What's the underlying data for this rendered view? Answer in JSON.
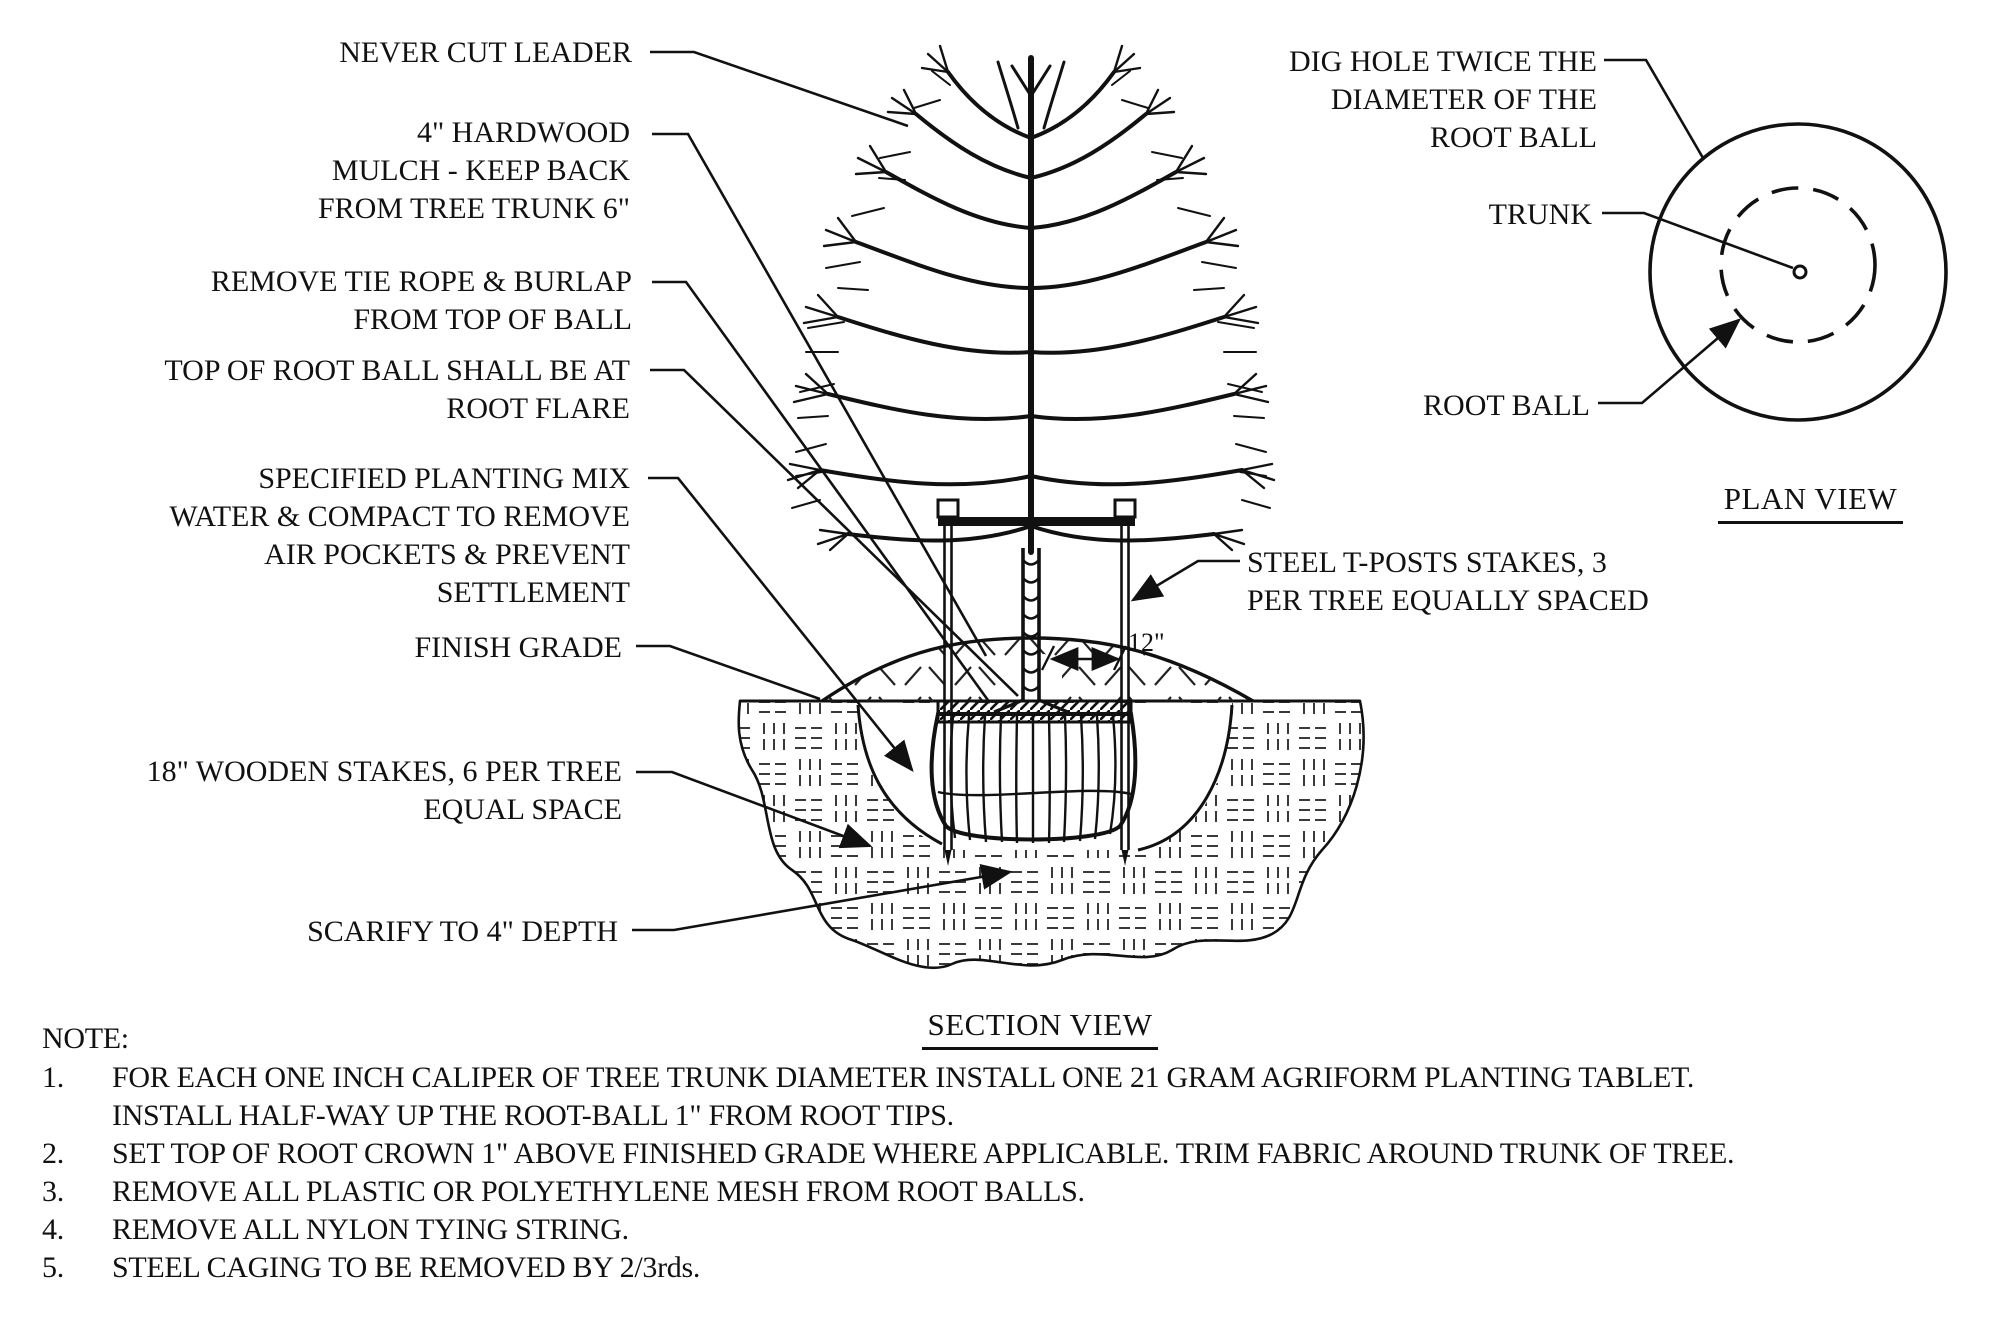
{
  "page": {
    "background": "#ffffff",
    "ink": "#111111"
  },
  "section_view": {
    "title": "SECTION VIEW",
    "labels": {
      "never_cut_leader": "NEVER CUT LEADER",
      "hardwood_mulch": "4\" HARDWOOD\nMULCH - KEEP BACK\nFROM TREE TRUNK 6\"",
      "remove_tie_rope": "REMOVE TIE ROPE & BURLAP\nFROM TOP OF BALL",
      "top_of_root_ball": "TOP OF ROOT BALL SHALL BE AT\nROOT FLARE",
      "planting_mix": "SPECIFIED PLANTING MIX\nWATER & COMPACT TO REMOVE\nAIR POCKETS & PREVENT\nSETTLEMENT",
      "finish_grade": "FINISH GRADE",
      "wooden_stakes": "18\" WOODEN STAKES, 6 PER TREE\nEQUAL SPACE",
      "scarify": "SCARIFY TO 4\" DEPTH",
      "steel_t_posts": "STEEL T-POSTS STAKES, 3\nPER TREE EQUALLY SPACED",
      "stake_offset_dim": "12\""
    }
  },
  "plan_view": {
    "title": "PLAN VIEW",
    "labels": {
      "dig_hole": "DIG HOLE TWICE THE\nDIAMETER OF THE\nROOT BALL",
      "trunk": "TRUNK",
      "root_ball": "ROOT BALL"
    }
  },
  "notes": {
    "heading": "NOTE:",
    "items": [
      {
        "num": "1.",
        "text": "FOR EACH ONE INCH CALIPER OF TREE TRUNK DIAMETER INSTALL ONE 21 GRAM AGRIFORM PLANTING TABLET."
      },
      {
        "num": "",
        "text": "INSTALL HALF-WAY UP THE ROOT-BALL 1\" FROM ROOT TIPS."
      },
      {
        "num": "2.",
        "text": "SET TOP OF ROOT CROWN 1\" ABOVE FINISHED GRADE WHERE APPLICABLE. TRIM FABRIC AROUND TRUNK OF TREE."
      },
      {
        "num": "3.",
        "text": "REMOVE ALL PLASTIC OR POLYETHYLENE MESH FROM ROOT BALLS."
      },
      {
        "num": "4.",
        "text": "REMOVE ALL NYLON TYING STRING."
      },
      {
        "num": "5.",
        "text": "STEEL CAGING TO BE REMOVED BY 2/3rds."
      }
    ]
  }
}
